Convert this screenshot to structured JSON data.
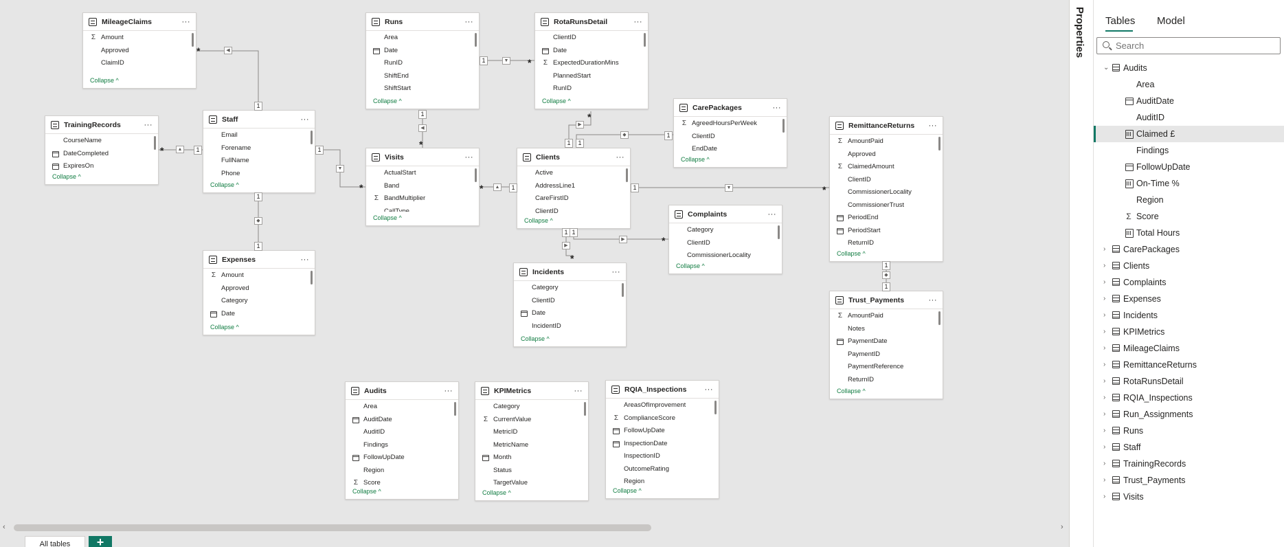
{
  "canvas": {
    "collapse_label": "Collapse ^",
    "tables": [
      {
        "id": "MileageClaims",
        "title": "MileageClaims",
        "fields": [
          {
            "name": "Amount",
            "icon": "sum"
          },
          {
            "name": "Approved",
            "icon": ""
          },
          {
            "name": "ClaimID",
            "icon": ""
          }
        ]
      },
      {
        "id": "Runs",
        "title": "Runs",
        "fields": [
          {
            "name": "Area",
            "icon": ""
          },
          {
            "name": "Date",
            "icon": "cal"
          },
          {
            "name": "RunID",
            "icon": ""
          },
          {
            "name": "ShiftEnd",
            "icon": ""
          },
          {
            "name": "ShiftStart",
            "icon": ""
          }
        ]
      },
      {
        "id": "RotaRunsDetail",
        "title": "RotaRunsDetail",
        "fields": [
          {
            "name": "ClientID",
            "icon": ""
          },
          {
            "name": "Date",
            "icon": "cal"
          },
          {
            "name": "ExpectedDurationMins",
            "icon": "sum"
          },
          {
            "name": "PlannedStart",
            "icon": ""
          },
          {
            "name": "RunID",
            "icon": ""
          }
        ]
      },
      {
        "id": "CarePackages",
        "title": "CarePackages",
        "fields": [
          {
            "name": "AgreedHoursPerWeek",
            "icon": "sum"
          },
          {
            "name": "ClientID",
            "icon": ""
          },
          {
            "name": "EndDate",
            "icon": ""
          }
        ]
      },
      {
        "id": "TrainingRecords",
        "title": "TrainingRecords",
        "fields": [
          {
            "name": "CourseName",
            "icon": ""
          },
          {
            "name": "DateCompleted",
            "icon": "cal"
          },
          {
            "name": "ExpiresOn",
            "icon": "cal"
          }
        ]
      },
      {
        "id": "Staff",
        "title": "Staff",
        "fields": [
          {
            "name": "Email",
            "icon": ""
          },
          {
            "name": "Forename",
            "icon": ""
          },
          {
            "name": "FullName",
            "icon": ""
          },
          {
            "name": "Phone",
            "icon": ""
          }
        ]
      },
      {
        "id": "Visits",
        "title": "Visits",
        "fields": [
          {
            "name": "ActualStart",
            "icon": ""
          },
          {
            "name": "Band",
            "icon": ""
          },
          {
            "name": "BandMultiplier",
            "icon": "sum"
          },
          {
            "name": "CallType",
            "icon": ""
          }
        ]
      },
      {
        "id": "Clients",
        "title": "Clients",
        "fields": [
          {
            "name": "Active",
            "icon": ""
          },
          {
            "name": "AddressLine1",
            "icon": ""
          },
          {
            "name": "CareFirstID",
            "icon": ""
          },
          {
            "name": "ClientID",
            "icon": ""
          }
        ]
      },
      {
        "id": "RemittanceReturns",
        "title": "RemittanceReturns",
        "fields": [
          {
            "name": "AmountPaid",
            "icon": "sum"
          },
          {
            "name": "Approved",
            "icon": ""
          },
          {
            "name": "ClaimedAmount",
            "icon": "sum"
          },
          {
            "name": "ClientID",
            "icon": ""
          },
          {
            "name": "CommissionerLocality",
            "icon": ""
          },
          {
            "name": "CommissionerTrust",
            "icon": ""
          },
          {
            "name": "PeriodEnd",
            "icon": "cal"
          },
          {
            "name": "PeriodStart",
            "icon": "cal"
          },
          {
            "name": "ReturnID",
            "icon": ""
          }
        ]
      },
      {
        "id": "Complaints",
        "title": "Complaints",
        "fields": [
          {
            "name": "Category",
            "icon": ""
          },
          {
            "name": "ClientID",
            "icon": ""
          },
          {
            "name": "CommissionerLocality",
            "icon": ""
          }
        ]
      },
      {
        "id": "Expenses",
        "title": "Expenses",
        "fields": [
          {
            "name": "Amount",
            "icon": "sum"
          },
          {
            "name": "Approved",
            "icon": ""
          },
          {
            "name": "Category",
            "icon": ""
          },
          {
            "name": "Date",
            "icon": "cal"
          }
        ]
      },
      {
        "id": "Incidents",
        "title": "Incidents",
        "fields": [
          {
            "name": "Category",
            "icon": ""
          },
          {
            "name": "ClientID",
            "icon": ""
          },
          {
            "name": "Date",
            "icon": "cal"
          },
          {
            "name": "IncidentID",
            "icon": ""
          }
        ]
      },
      {
        "id": "Trust_Payments",
        "title": "Trust_Payments",
        "fields": [
          {
            "name": "AmountPaid",
            "icon": "sum"
          },
          {
            "name": "Notes",
            "icon": ""
          },
          {
            "name": "PaymentDate",
            "icon": "cal"
          },
          {
            "name": "PaymentID",
            "icon": ""
          },
          {
            "name": "PaymentReference",
            "icon": ""
          },
          {
            "name": "ReturnID",
            "icon": ""
          }
        ]
      },
      {
        "id": "Audits",
        "title": "Audits",
        "fields": [
          {
            "name": "Area",
            "icon": ""
          },
          {
            "name": "AuditDate",
            "icon": "cal"
          },
          {
            "name": "AuditID",
            "icon": ""
          },
          {
            "name": "Findings",
            "icon": ""
          },
          {
            "name": "FollowUpDate",
            "icon": "cal"
          },
          {
            "name": "Region",
            "icon": ""
          },
          {
            "name": "Score",
            "icon": "sum"
          }
        ]
      },
      {
        "id": "KPIMetrics",
        "title": "KPIMetrics",
        "fields": [
          {
            "name": "Category",
            "icon": ""
          },
          {
            "name": "CurrentValue",
            "icon": "sum"
          },
          {
            "name": "MetricID",
            "icon": ""
          },
          {
            "name": "MetricName",
            "icon": ""
          },
          {
            "name": "Month",
            "icon": "cal"
          },
          {
            "name": "Status",
            "icon": ""
          },
          {
            "name": "TargetValue",
            "icon": ""
          }
        ]
      },
      {
        "id": "RQIA_Inspections",
        "title": "RQIA_Inspections",
        "fields": [
          {
            "name": "AreasOfImprovement",
            "icon": ""
          },
          {
            "name": "ComplianceScore",
            "icon": "sum"
          },
          {
            "name": "FollowUpDate",
            "icon": "cal"
          },
          {
            "name": "InspectionDate",
            "icon": "cal"
          },
          {
            "name": "InspectionID",
            "icon": ""
          },
          {
            "name": "OutcomeRating",
            "icon": ""
          },
          {
            "name": "Region",
            "icon": ""
          }
        ]
      }
    ]
  },
  "bottom": {
    "tab_label": "All tables",
    "add_label": "+"
  },
  "properties_label": "Properties",
  "pane": {
    "tab_tables": "Tables",
    "tab_model": "Model",
    "search_placeholder": "Search",
    "tree": [
      {
        "label": "Audits",
        "type": "table",
        "expanded": true
      },
      {
        "label": "Area",
        "type": "column",
        "icon": ""
      },
      {
        "label": "AuditDate",
        "type": "column",
        "icon": "cal"
      },
      {
        "label": "AuditID",
        "type": "column",
        "icon": ""
      },
      {
        "label": "Claimed £",
        "type": "column",
        "icon": "calc",
        "selected": true
      },
      {
        "label": "Findings",
        "type": "column",
        "icon": ""
      },
      {
        "label": "FollowUpDate",
        "type": "column",
        "icon": "cal"
      },
      {
        "label": "On-Time %",
        "type": "column",
        "icon": "calc"
      },
      {
        "label": "Region",
        "type": "column",
        "icon": ""
      },
      {
        "label": "Score",
        "type": "column",
        "icon": "sum"
      },
      {
        "label": "Total Hours",
        "type": "column",
        "icon": "calc"
      },
      {
        "label": "CarePackages",
        "type": "table"
      },
      {
        "label": "Clients",
        "type": "table"
      },
      {
        "label": "Complaints",
        "type": "table"
      },
      {
        "label": "Expenses",
        "type": "table"
      },
      {
        "label": "Incidents",
        "type": "table"
      },
      {
        "label": "KPIMetrics",
        "type": "table"
      },
      {
        "label": "MileageClaims",
        "type": "table"
      },
      {
        "label": "RemittanceReturns",
        "type": "table"
      },
      {
        "label": "RotaRunsDetail",
        "type": "table"
      },
      {
        "label": "RQIA_Inspections",
        "type": "table"
      },
      {
        "label": "Run_Assignments",
        "type": "table"
      },
      {
        "label": "Runs",
        "type": "table"
      },
      {
        "label": "Staff",
        "type": "table"
      },
      {
        "label": "TrainingRecords",
        "type": "table"
      },
      {
        "label": "Trust_Payments",
        "type": "table"
      },
      {
        "label": "Visits",
        "type": "table"
      }
    ]
  }
}
